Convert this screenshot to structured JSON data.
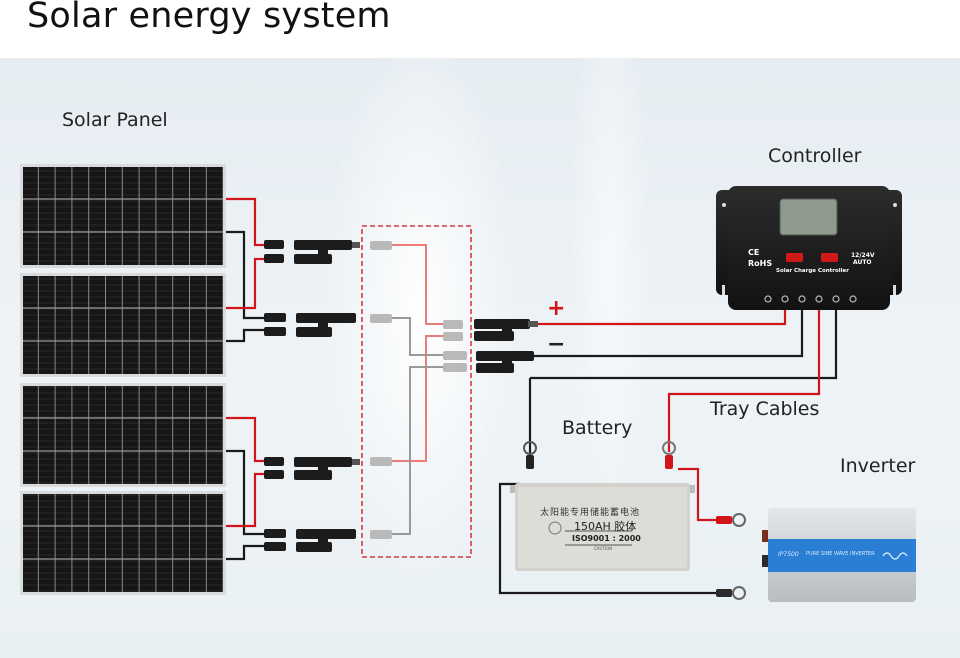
{
  "title": "Solar energy system",
  "labels": {
    "solar_panel": "Solar Panel",
    "controller": "Controller",
    "battery": "Battery",
    "tray_cables": "Tray Cables",
    "inverter": "Inverter",
    "plus": "+",
    "minus": "−"
  },
  "controller": {
    "certs_ce": "CE",
    "certs_rohs": "RoHS",
    "voltage": "12/24V",
    "mode": "AUTO",
    "name": "Solar Charge Controller",
    "terminal_count": 6
  },
  "battery": {
    "line1": "太阳能专用储能蓄电池",
    "capacity": "150AH 胶体",
    "standard": "ISO9001 : 2000",
    "caution": "CAUTION"
  },
  "inverter": {
    "model": "IP7500",
    "type": "PURE SINE WAVE INVERTER"
  },
  "panels": {
    "count": 4,
    "cell_columns": 12,
    "cell_rows": 3
  },
  "colors": {
    "positive_wire": "#d0161b",
    "negative_wire": "#1a1a1a",
    "combiner_positive": "#ee7a7a",
    "combiner_negative": "#9a9a9a",
    "dashed_box": "#d83a3a",
    "inverter_band": "#2a7fd4"
  }
}
